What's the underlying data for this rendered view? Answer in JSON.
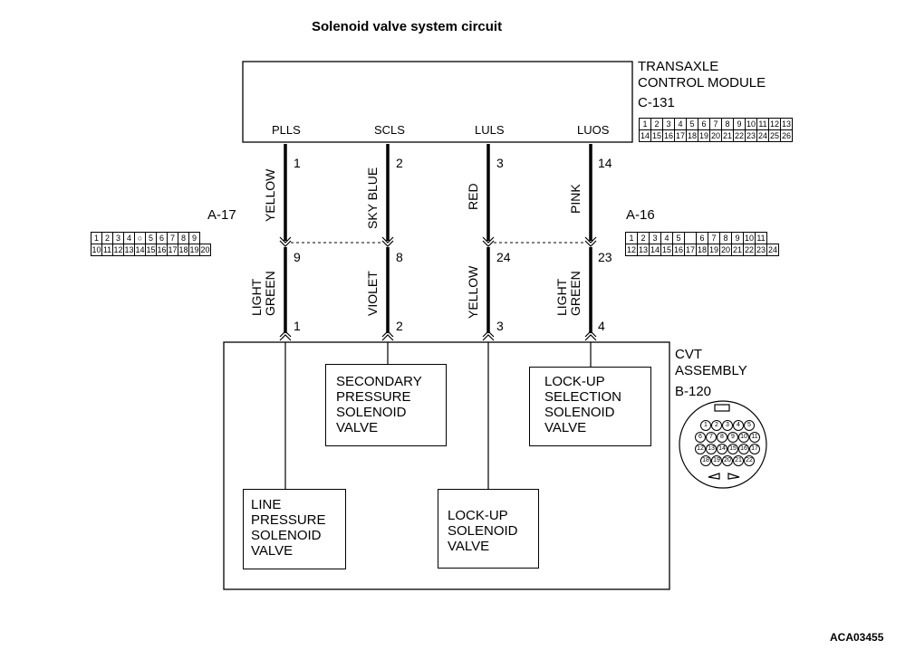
{
  "title": "Solenoid valve system circuit",
  "module": {
    "name_line1": "TRANSAXLE",
    "name_line2": "CONTROL MODULE",
    "connector": "C-131"
  },
  "signals": [
    "PLLS",
    "SCLS",
    "LULS",
    "LUOS"
  ],
  "upper_pins": [
    "1",
    "2",
    "3",
    "14"
  ],
  "upper_wires": [
    "YELLOW",
    "SKY BLUE",
    "RED",
    "PINK"
  ],
  "connector_a17": "A-17",
  "connector_a16": "A-16",
  "mid_pins": [
    "9",
    "8",
    "24",
    "23"
  ],
  "lower_wires": [
    {
      "line1": "LIGHT",
      "line2": "GREEN"
    },
    {
      "line1": "VIOLET",
      "line2": ""
    },
    {
      "line1": "YELLOW",
      "line2": ""
    },
    {
      "line1": "LIGHT",
      "line2": "GREEN"
    }
  ],
  "lower_pins": [
    "1",
    "2",
    "3",
    "4"
  ],
  "assembly": {
    "name_line1": "CVT",
    "name_line2": "ASSEMBLY",
    "connector": "B-120"
  },
  "valves": {
    "secondary": "SECONDARY\nPRESSURE\nSOLENOID\nVALVE",
    "lockup_selection": "LOCK-UP\nSELECTION\nSOLENOID\nVALVE",
    "line_pressure": "LINE\nPRESSURE\nSOLENOID\nVALVE",
    "lockup": "LOCK-UP\nSOLENOID\nVALVE"
  },
  "c131_pins": {
    "row1": [
      "1",
      "2",
      "3",
      "4",
      "5",
      "6",
      "7",
      "8",
      "9",
      "10",
      "11",
      "12",
      "13"
    ],
    "row2": [
      "14",
      "15",
      "16",
      "17",
      "18",
      "19",
      "20",
      "21",
      "22",
      "23",
      "24",
      "25",
      "26"
    ]
  },
  "a17_pins": {
    "row1": [
      "1",
      "2",
      "3",
      "4",
      "",
      "5",
      "6",
      "7",
      "8",
      "9"
    ],
    "row2": [
      "10",
      "11",
      "12",
      "13",
      "14",
      "15",
      "16",
      "17",
      "18",
      "19",
      "20"
    ]
  },
  "a16_pins": {
    "row1": [
      "1",
      "2",
      "3",
      "4",
      "5",
      "",
      "6",
      "7",
      "8",
      "9",
      "10",
      "11"
    ],
    "row2": [
      "12",
      "13",
      "14",
      "15",
      "16",
      "17",
      "18",
      "19",
      "20",
      "21",
      "22",
      "23",
      "24"
    ]
  },
  "b120_pins": [
    [
      "1",
      "2",
      "3",
      "4",
      "5"
    ],
    [
      "6",
      "7",
      "8",
      "9",
      "10",
      "11"
    ],
    [
      "12",
      "13",
      "14",
      "15",
      "16",
      "17"
    ],
    [
      "18",
      "19",
      "20",
      "21",
      "22"
    ]
  ],
  "figure_code": "ACA03455"
}
